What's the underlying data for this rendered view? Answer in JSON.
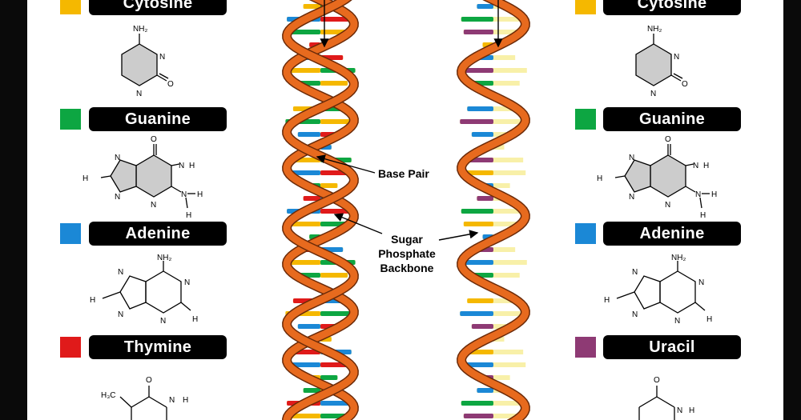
{
  "colors": {
    "cytosine": "#f5b800",
    "guanine": "#0da642",
    "adenine": "#1b88d6",
    "thymine": "#e01a1a",
    "uracil": "#8e3a74",
    "backbone": "#e76a1e",
    "backbone_edge": "#6b2a08",
    "ladder": "#f8f0a8",
    "ring_fill": "#cccccc"
  },
  "left_panel": {
    "bases": [
      {
        "name": "Cytosine",
        "color_key": "cytosine"
      },
      {
        "name": "Guanine",
        "color_key": "guanine"
      },
      {
        "name": "Adenine",
        "color_key": "adenine"
      },
      {
        "name": "Thymine",
        "color_key": "thymine"
      }
    ]
  },
  "right_panel": {
    "bases": [
      {
        "name": "Cytosine",
        "color_key": "cytosine"
      },
      {
        "name": "Guanine",
        "color_key": "guanine"
      },
      {
        "name": "Adenine",
        "color_key": "adenine"
      },
      {
        "name": "Uracil",
        "color_key": "uracil"
      }
    ]
  },
  "structure_labels": {
    "cytosine": {
      "nh2": "NH₂",
      "n3": "N",
      "n1": "N",
      "o": "O"
    },
    "guanine": {
      "o": "O",
      "n1": "N",
      "h1": "H",
      "nh2_n": "N",
      "nh2_h1": "H",
      "nh2_h2": "H",
      "n3": "N",
      "n7": "N",
      "n9": "N",
      "h9": "H"
    },
    "adenine": {
      "nh2": "NH₂",
      "n1": "N",
      "n3": "N",
      "h2": "H",
      "n7": "N",
      "n9": "N",
      "h8": "H"
    },
    "thymine": {
      "o": "O",
      "n3": "N",
      "h3": "H",
      "ch3": "H₃C"
    },
    "uracil": {
      "o": "O",
      "n3": "N",
      "h3": "H"
    }
  },
  "annotations": {
    "base_pair": "Base Pair",
    "sugar_line1": "Sugar",
    "sugar_line2": "Phosphate",
    "sugar_line3": "Backbone"
  }
}
